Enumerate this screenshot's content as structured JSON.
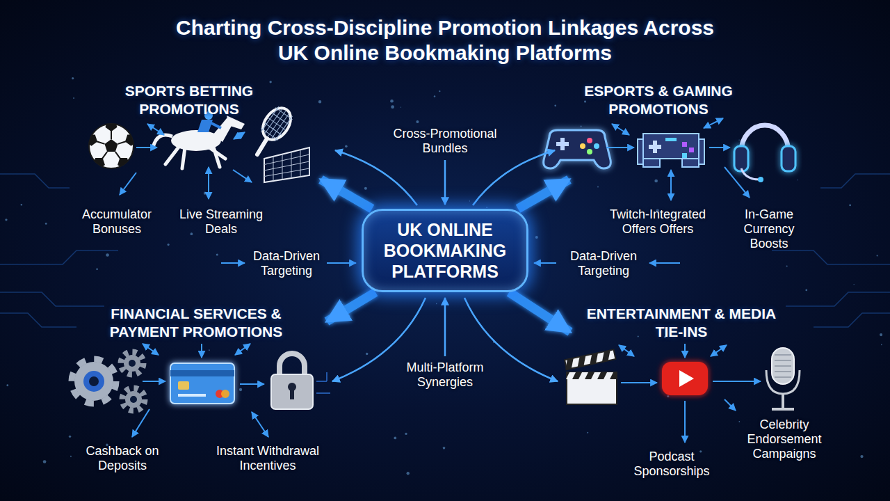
{
  "diagram": {
    "title": "Charting Cross-Discipline Promotion Linkages Across UK Online Bookmaking Platforms",
    "nodes": [
      {
        "text": [
          "SPORTS BETTING PROMOTIONS"
        ]
      },
      {
        "text": [
          "ESPORTS & GAMING PROMOTIONS"
        ]
      },
      {
        "text": [
          "UK ONLINE BOOKMAKING PLATFORMS"
        ]
      },
      {
        "text": [
          "FINANCIAL SERVICES & PAYMENT PROMOTIONS"
        ]
      },
      {
        "text": [
          "ENTERTAINMENT & MEDIA TIE-INS"
        ]
      }
    ],
    "edges": [
      {
        "from": 2,
        "to": 0,
        "arrow": "to"
      },
      {
        "from": 2,
        "to": 1,
        "arrow": "to"
      },
      {
        "from": 2,
        "to": 3,
        "arrow": "to"
      },
      {
        "from": 2,
        "to": 4,
        "arrow": "to"
      }
    ],
    "labels": [
      "Cross-Promotional Bundles",
      "Accumulator Bonuses",
      "Live Streaming Deals",
      "Twitch-Integrated Offers Offers",
      "In-Game Currency Boosts",
      "Data-Driven Targeting",
      "Data-Driven Targeting",
      "Multi-Platform Synergies",
      "Celebrity Endorsement Campaigns",
      "Cashback on Deposits",
      "Instant Withdrawal Incentives",
      "Podcast Sponsorships"
    ]
  }
}
